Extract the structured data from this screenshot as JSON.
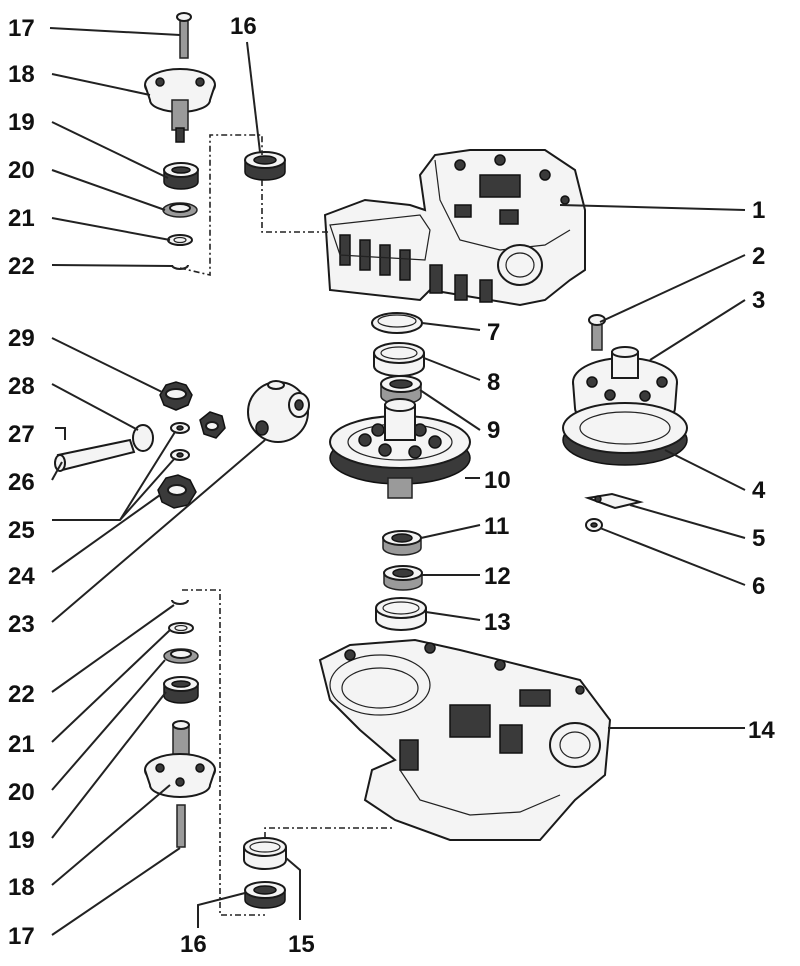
{
  "labels": {
    "l1": "1",
    "l2": "2",
    "l3": "3",
    "l4": "4",
    "l5": "5",
    "l6": "6",
    "l7": "7",
    "l8": "8",
    "l9": "9",
    "l10": "10",
    "l11": "11",
    "l12": "12",
    "l13": "13",
    "l14": "14",
    "l15": "15",
    "l16_top": "16",
    "l16_bottom": "16",
    "l17_top": "17",
    "l17_bottom": "17",
    "l18_top": "18",
    "l18_bottom": "18",
    "l19_top": "19",
    "l19_bottom": "19",
    "l20_top": "20",
    "l20_bottom": "20",
    "l21_top": "21",
    "l21_bottom": "21",
    "l22_top": "22",
    "l22_bottom": "22",
    "l23": "23",
    "l24": "24",
    "l25": "25",
    "l26": "26",
    "l27": "27",
    "l28": "28",
    "l29": "29"
  }
}
